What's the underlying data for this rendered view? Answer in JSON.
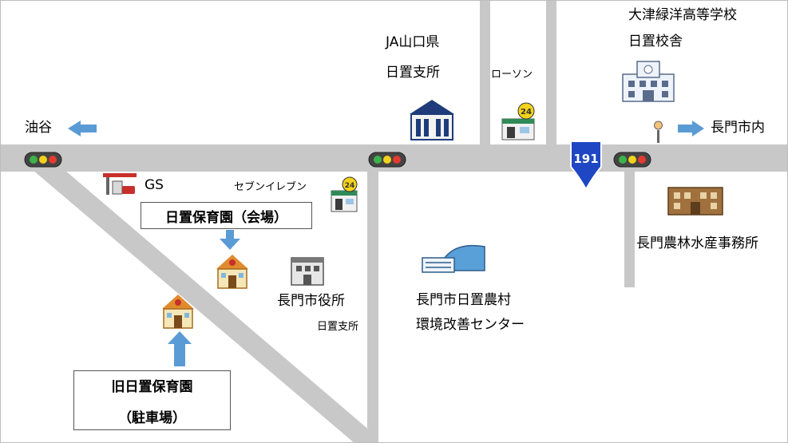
{
  "labels": {
    "yuya": "油谷",
    "nagato_city": "長門市内",
    "ja_line1": "JA山口県",
    "ja_line2": "日置支所",
    "lawson": "ローソン",
    "school_line1": "大津緑洋高等学校",
    "school_line2": "日置校舎",
    "gs": "GS",
    "seven_eleven": "セブンイレブン",
    "venue_nursery": "日置保育園（会場）",
    "city_office_line1": "長門市役所",
    "city_office_line2": "日置支所",
    "env_center_line1": "長門市日置農村",
    "env_center_line2": "環境改善センター",
    "agri_office": "長門農林水産事務所",
    "old_nursery_line1": "旧日置保育園",
    "old_nursery_line2": "（駐車場）"
  },
  "route_sign": "191",
  "store_badge": "24",
  "colors": {
    "road": "#c8c8c8",
    "arrow": "#5b9bd5",
    "route_sign": "#1f47c4",
    "light_red": "#e23b2f",
    "light_yellow": "#f2d21b",
    "light_green": "#3bb34a"
  }
}
